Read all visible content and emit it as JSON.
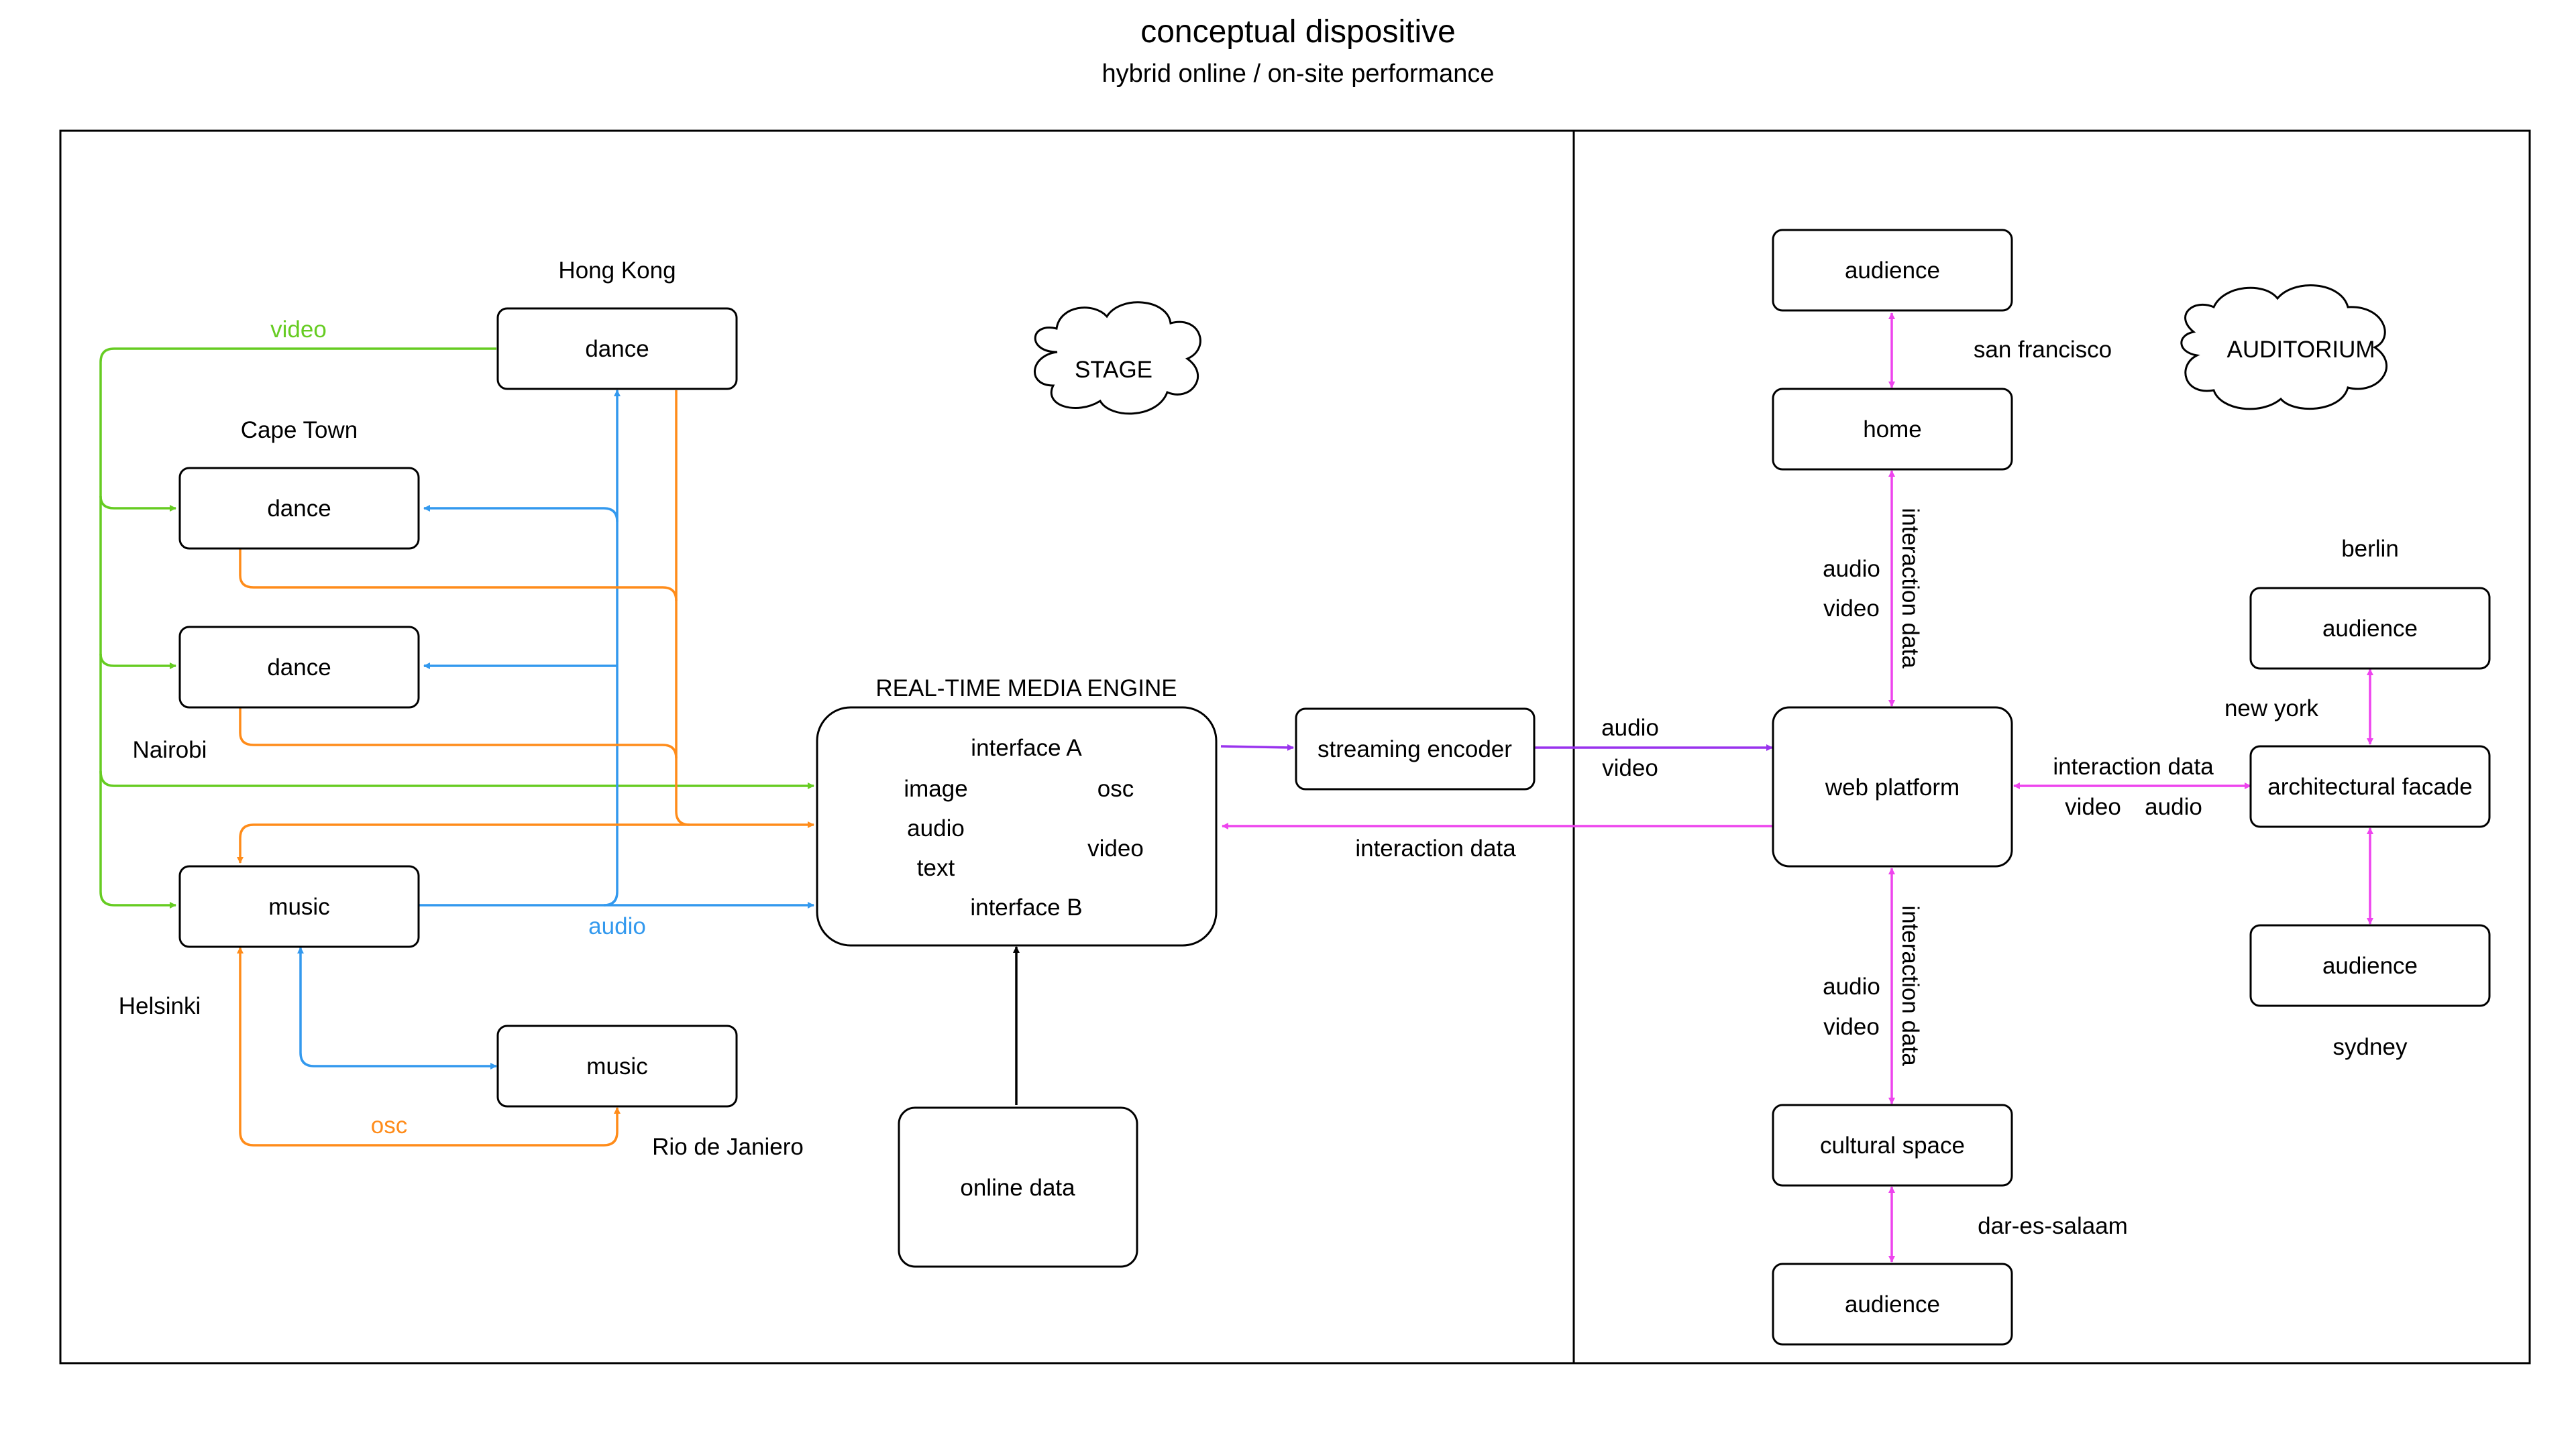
{
  "title": "conceptual dispositive",
  "subtitle": "hybrid online / on-site performance",
  "colors": {
    "video": "#66cc22",
    "audio": "#3399ee",
    "osc": "#ff8c1a",
    "interaction": "#ee44ee",
    "stream": "#9933ee",
    "black": "#000000"
  },
  "stage": {
    "cloud_label": "STAGE",
    "engine_title": "REAL-TIME MEDIA ENGINE",
    "engine": {
      "interface_a": "interface A",
      "interface_b": "interface B",
      "left_items": [
        "image",
        "audio",
        "text"
      ],
      "osc": "osc",
      "video": "video"
    },
    "nodes": {
      "hk_dance": "dance",
      "ct_dance": "dance",
      "nairobi_dance": "dance",
      "helsinki_music": "music",
      "rio_music": "music",
      "online_data": "online data",
      "streaming_encoder": "streaming encoder"
    },
    "cities": {
      "hong_kong": "Hong Kong",
      "cape_town": "Cape Town",
      "nairobi": "Nairobi",
      "helsinki": "Helsinki",
      "rio": "Rio de Janiero"
    },
    "flow_labels": {
      "video": "video",
      "audio": "audio",
      "osc": "osc",
      "stream_audio": "audio",
      "stream_video": "video",
      "interaction_data": "interaction data"
    }
  },
  "auditorium": {
    "cloud_label": "AUDITORIUM",
    "nodes": {
      "sf_audience": "audience",
      "home": "home",
      "web_platform": "web platform",
      "cultural_space": "cultural space",
      "dar_audience": "audience",
      "berlin_audience": "audience",
      "facade": "architectural facade",
      "sydney_audience": "audience"
    },
    "cities": {
      "san_francisco": "san francisco",
      "berlin": "berlin",
      "new_york": "new york",
      "sydney": "sydney",
      "dar": "dar-es-salaam"
    },
    "flow_labels": {
      "top_audio": "audio",
      "top_video": "video",
      "top_interaction": "interaction data",
      "bottom_audio": "audio",
      "bottom_video": "video",
      "bottom_interaction": "interaction data",
      "right_interaction": "interaction data",
      "right_video": "video",
      "right_audio": "audio"
    }
  }
}
